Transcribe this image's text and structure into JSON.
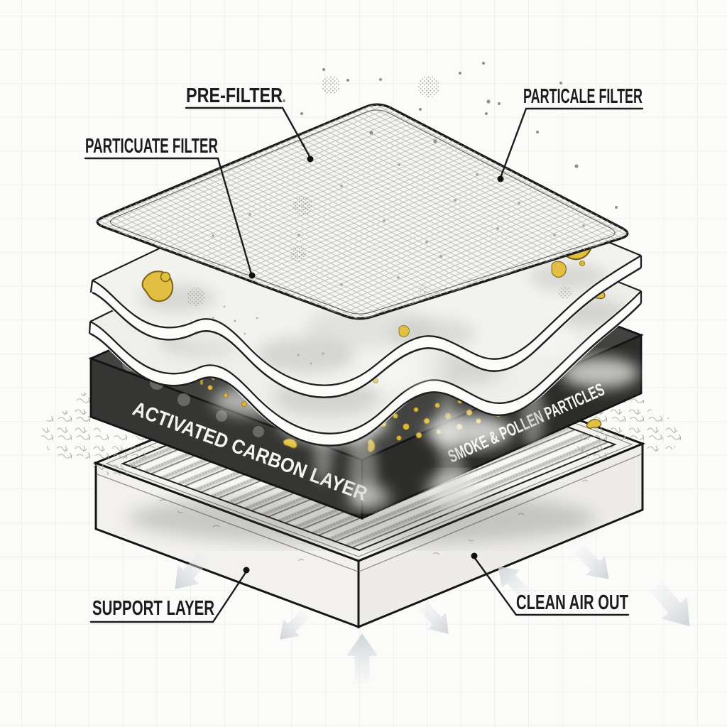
{
  "diagram": {
    "subject": "Exploded isometric illustration of air purifier filter layers",
    "labels": {
      "pre_filter": "PRE-FILTER",
      "particuate_filter": "PARTICUATE FILTER",
      "particale_filter": "PARTICALE FILTER",
      "activated_carbon_layer": "ACTIVATED CARBON LAYER",
      "smoke_pollen_particles": "SMOKE & POLLEN PARTICLES",
      "support_layer": "SUPPORT LAYER",
      "clean_air_out": "CLEAN AIR OUT"
    },
    "colors": {
      "background": "#fbfbfa",
      "grid_line": "#e7e9e7",
      "ink": "#1c1c1c",
      "carbon_dark": "#343432",
      "pollen_yellow": "#e2bf41",
      "arrow_gray": "#ccd1d4",
      "light_label_text": "#f5f4f1"
    }
  }
}
